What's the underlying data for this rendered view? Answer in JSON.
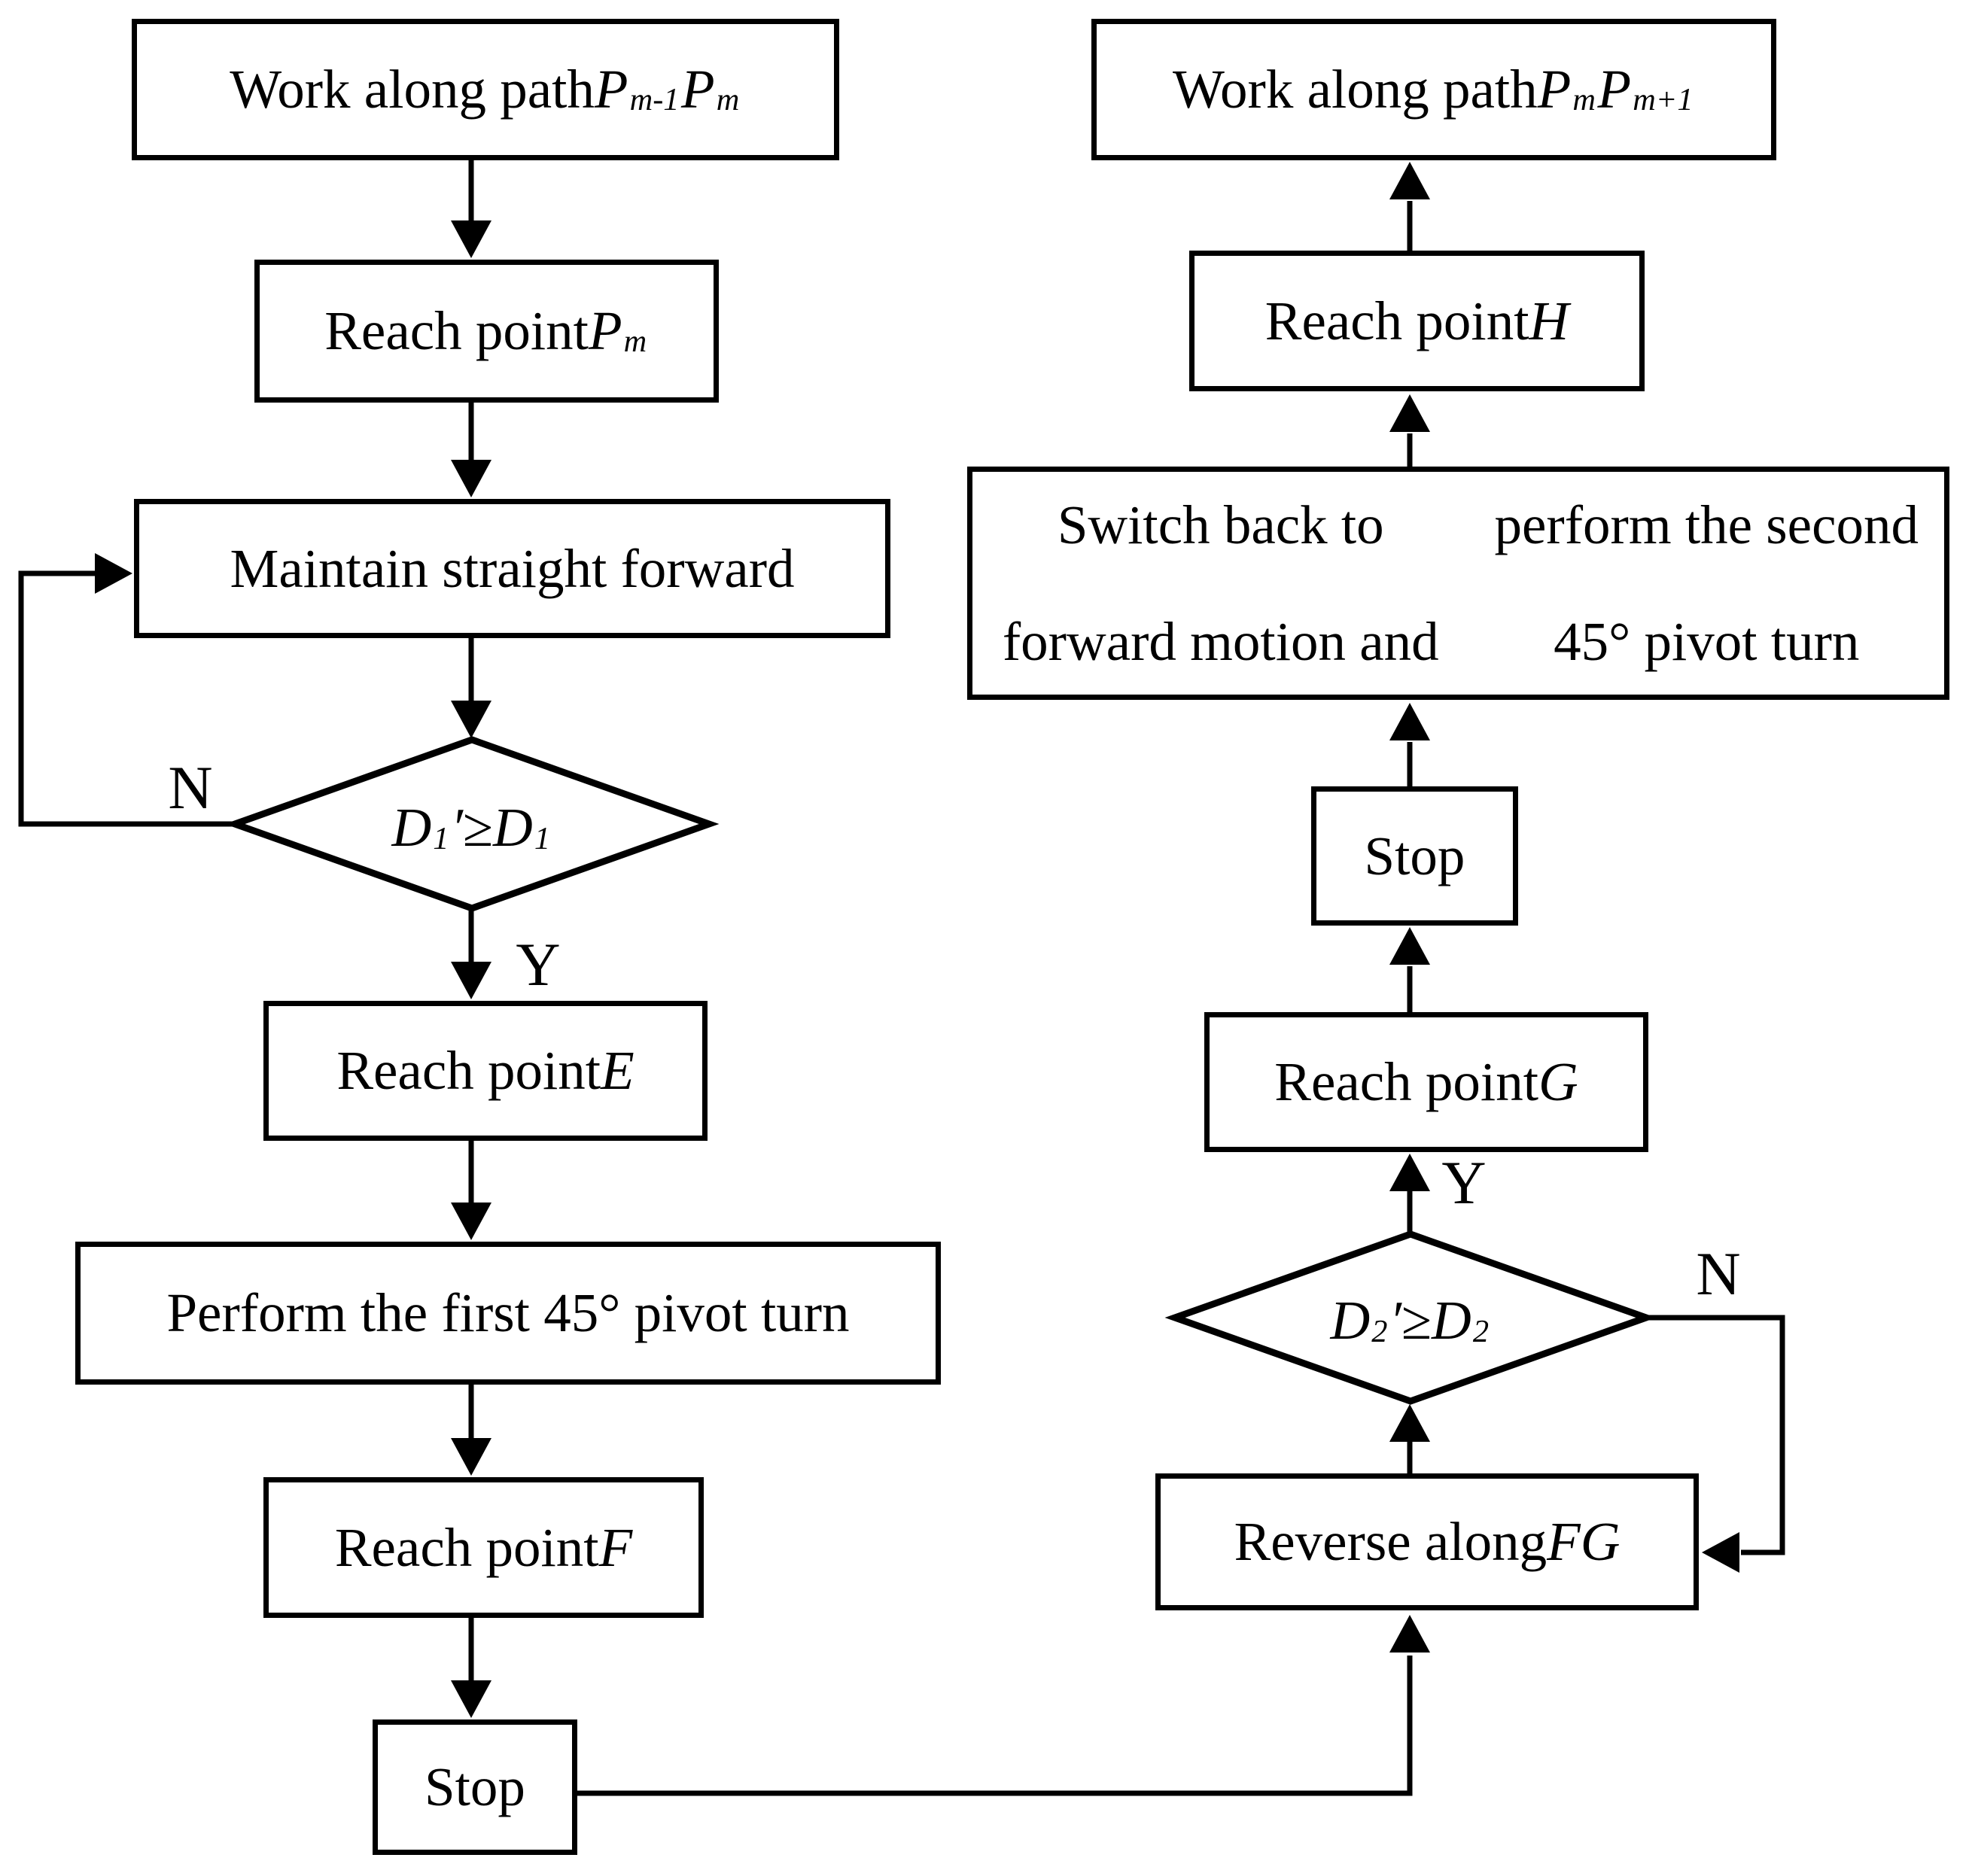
{
  "colors": {
    "ink": "#000000",
    "paper": "#ffffff"
  },
  "labels": {
    "yes": "Y",
    "no": "N"
  },
  "nodes": {
    "work_prev": {
      "runs": [
        {
          "t": "Work along path "
        },
        {
          "t": "P",
          "i": 1
        },
        {
          "t": "m-1",
          "i": 1,
          "sub": 1
        },
        {
          "t": "P",
          "i": 1
        },
        {
          "t": "m",
          "i": 1,
          "sub": 1
        }
      ]
    },
    "reach_pm": {
      "runs": [
        {
          "t": "Reach point "
        },
        {
          "t": "P",
          "i": 1
        },
        {
          "t": "m",
          "i": 1,
          "sub": 1
        }
      ]
    },
    "maintain": {
      "runs": [
        {
          "t": "Maintain straight forward"
        }
      ]
    },
    "d1": {
      "runs": [
        {
          "t": "D",
          "i": 1
        },
        {
          "t": "1",
          "i": 1,
          "sub": 1
        },
        {
          "t": "′",
          "i": 1
        },
        {
          "t": " ≥ "
        },
        {
          "t": "D",
          "i": 1
        },
        {
          "t": "1",
          "i": 1,
          "sub": 1
        }
      ]
    },
    "reach_e": {
      "runs": [
        {
          "t": "Reach point "
        },
        {
          "t": "E",
          "i": 1
        }
      ]
    },
    "first_turn": {
      "runs": [
        {
          "t": "Perform the first 45° pivot turn"
        }
      ]
    },
    "reach_f": {
      "runs": [
        {
          "t": "Reach point "
        },
        {
          "t": "F",
          "i": 1
        }
      ]
    },
    "stop_left": {
      "runs": [
        {
          "t": "Stop"
        }
      ]
    },
    "reverse_fg": {
      "runs": [
        {
          "t": "Reverse along "
        },
        {
          "t": "FG",
          "i": 1
        }
      ]
    },
    "d2": {
      "runs": [
        {
          "t": "D",
          "i": 1
        },
        {
          "t": "2",
          "i": 1,
          "sub": 1
        },
        {
          "t": "′",
          "i": 1
        },
        {
          "t": " ≥ "
        },
        {
          "t": "D",
          "i": 1
        },
        {
          "t": "2",
          "i": 1,
          "sub": 1
        }
      ]
    },
    "reach_g": {
      "runs": [
        {
          "t": "Reach point "
        },
        {
          "t": "G",
          "i": 1
        }
      ]
    },
    "stop_right": {
      "runs": [
        {
          "t": "Stop"
        }
      ]
    },
    "switch_back": {
      "runs": [
        {
          "t": "Switch back to forward motion and"
        },
        {
          "br": 1
        },
        {
          "t": "perform the second 45° pivot turn"
        }
      ]
    },
    "reach_h": {
      "runs": [
        {
          "t": "Reach point "
        },
        {
          "t": "H",
          "i": 1
        }
      ]
    },
    "work_next": {
      "runs": [
        {
          "t": "Work along path "
        },
        {
          "t": "P",
          "i": 1
        },
        {
          "t": "m",
          "i": 1,
          "sub": 1
        },
        {
          "t": "P",
          "i": 1
        },
        {
          "t": "m+1",
          "i": 1,
          "sub": 1
        }
      ]
    }
  }
}
